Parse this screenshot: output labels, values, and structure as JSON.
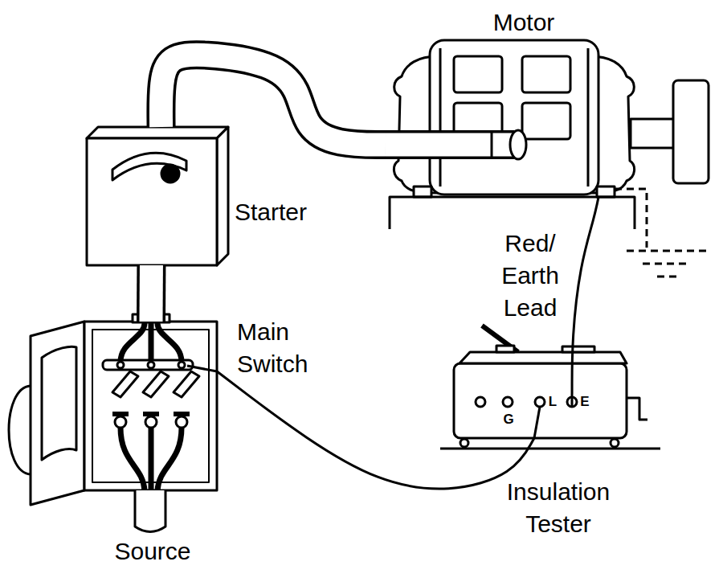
{
  "diagram": {
    "nodes": [
      {
        "text": [
          "Motor"
        ]
      },
      {
        "text": [
          "Starter"
        ]
      },
      {
        "text": [
          "Main Switch"
        ]
      },
      {
        "text": [
          "Insulation Tester",
          "G",
          "L",
          "E"
        ]
      }
    ],
    "edges": [
      {
        "from": 2,
        "to": 1,
        "arrow": "none"
      },
      {
        "from": 1,
        "to": 0,
        "arrow": "none"
      },
      {
        "from": 3,
        "to": 0,
        "label": "Red/ Earth Lead",
        "arrow": "none"
      },
      {
        "from": 3,
        "to": 2,
        "arrow": "none"
      }
    ],
    "labels": [
      "Source"
    ]
  }
}
